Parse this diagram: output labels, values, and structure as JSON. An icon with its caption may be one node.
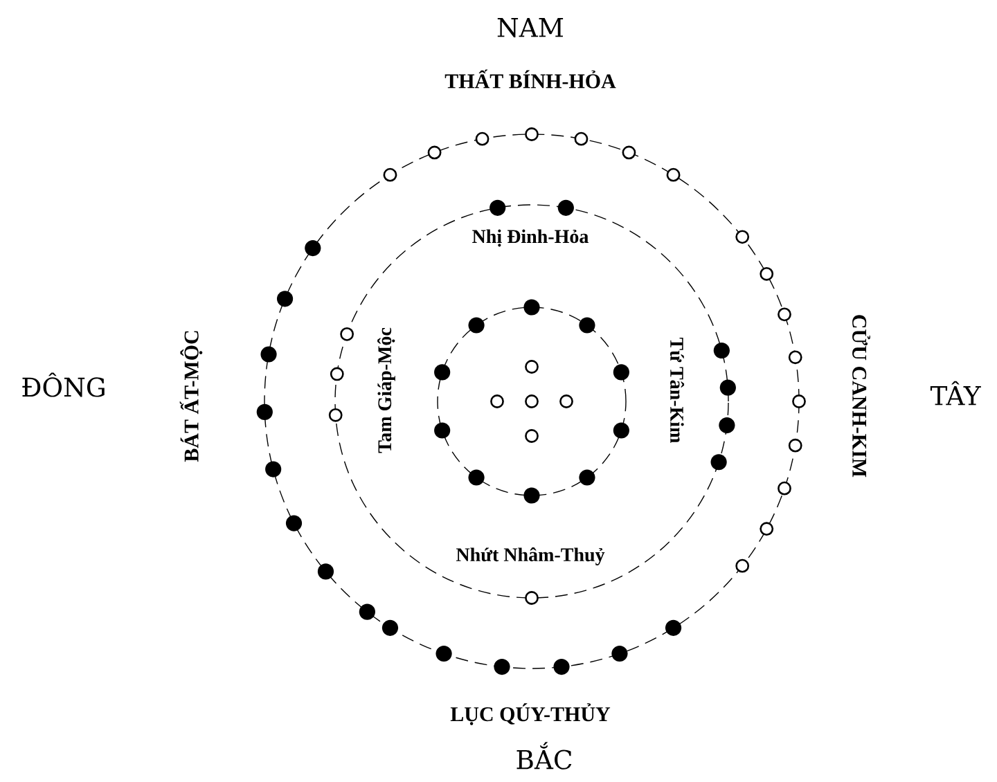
{
  "diagram": {
    "labels": [
      "NAM",
      "THẤT BÍNH-HỎA",
      "Nhị Đinh-Hỏa",
      "ĐÔNG",
      "BÁT ẤT-MỘC",
      "Tam Giáp-Mộc",
      "Tứ Tân-Kim",
      "CỬU CANH-KIM",
      "TÂY",
      "Nhứt Nhâm-Thuỷ",
      "LỤC QÚY-THỦY",
      "BẮC"
    ]
  }
}
